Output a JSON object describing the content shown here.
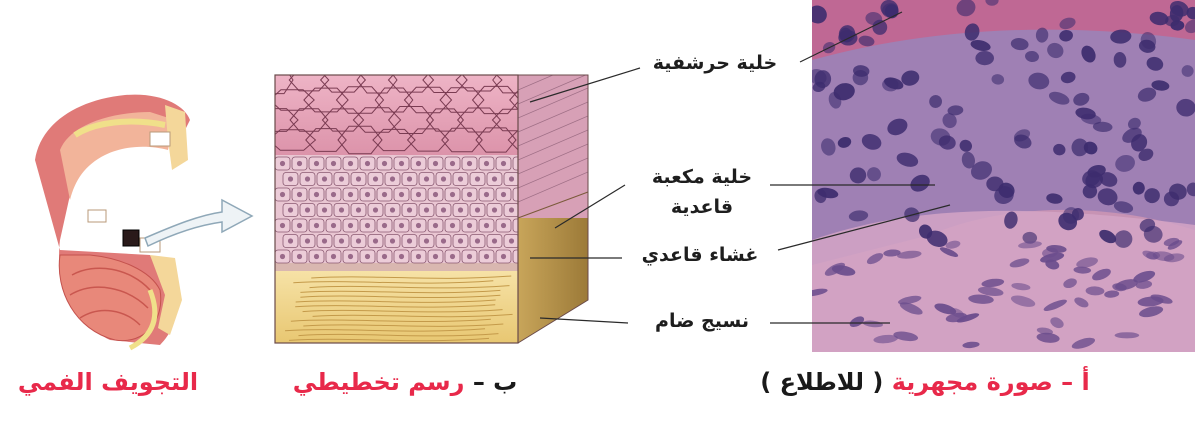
{
  "labels": {
    "squamous_cell": "خلية حرشفية",
    "basal_cuboidal_line1": "خلية مكعبة",
    "basal_cuboidal_line2": "قاعدية",
    "basement_membrane": "غشاء قاعدي",
    "connective_tissue": "نسيج ضام"
  },
  "captions": {
    "oral_cavity": "التجويف الفمي",
    "schematic_prefix": "ب –",
    "schematic": "رسم تخطيطي",
    "micrograph_prefix": "أ –",
    "micrograph": "صورة مجهرية",
    "for_info": "( للاطلاع )"
  },
  "colors": {
    "caption_red": "#e8294a",
    "caption_black": "#1a1a1a",
    "pink_top": "#e9a9bd",
    "cell_layer": "#e9c6d2",
    "connective": "#f2d894",
    "micro_bg": "#c793b4",
    "nucleus": "#3d2c6e"
  }
}
